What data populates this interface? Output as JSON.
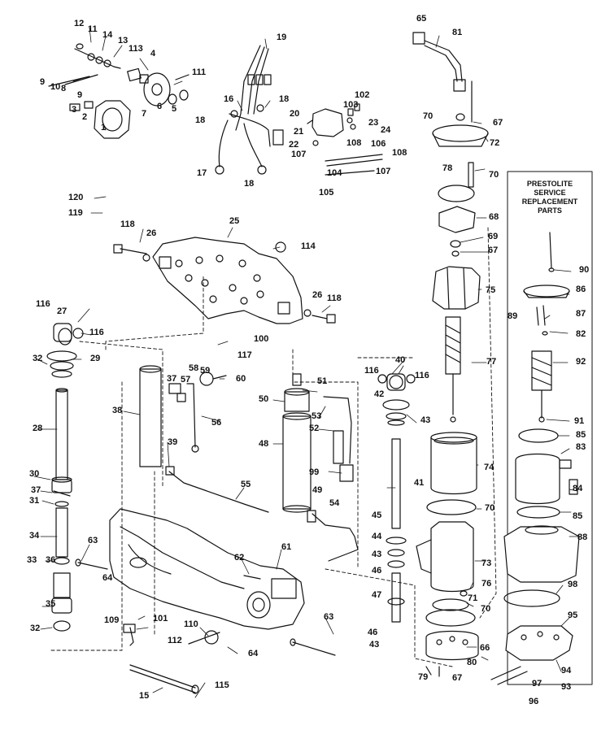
{
  "inset_box": {
    "lines": [
      "PRESTOLITE",
      "SERVICE",
      "REPLACEMENT",
      "PARTS"
    ]
  },
  "callouts": [
    {
      "id": "c1",
      "text": "1"
    },
    {
      "id": "c2",
      "text": "2"
    },
    {
      "id": "c3",
      "text": "3"
    },
    {
      "id": "c4",
      "text": "4"
    },
    {
      "id": "c5",
      "text": "5"
    },
    {
      "id": "c6",
      "text": "6"
    },
    {
      "id": "c7",
      "text": "7"
    },
    {
      "id": "c8",
      "text": "8"
    },
    {
      "id": "c9a",
      "text": "9"
    },
    {
      "id": "c9b",
      "text": "9"
    },
    {
      "id": "c10",
      "text": "10"
    },
    {
      "id": "c11",
      "text": "11"
    },
    {
      "id": "c12",
      "text": "12"
    },
    {
      "id": "c13",
      "text": "13"
    },
    {
      "id": "c14",
      "text": "14"
    },
    {
      "id": "c15",
      "text": "15"
    },
    {
      "id": "c16",
      "text": "16"
    },
    {
      "id": "c17",
      "text": "17"
    },
    {
      "id": "c18a",
      "text": "18"
    },
    {
      "id": "c18b",
      "text": "18"
    },
    {
      "id": "c18c",
      "text": "18"
    },
    {
      "id": "c19",
      "text": "19"
    },
    {
      "id": "c20",
      "text": "20"
    },
    {
      "id": "c21",
      "text": "21"
    },
    {
      "id": "c22",
      "text": "22"
    },
    {
      "id": "c23",
      "text": "23"
    },
    {
      "id": "c24",
      "text": "24"
    },
    {
      "id": "c25",
      "text": "25"
    },
    {
      "id": "c26a",
      "text": "26"
    },
    {
      "id": "c26b",
      "text": "26"
    },
    {
      "id": "c27",
      "text": "27"
    },
    {
      "id": "c28",
      "text": "28"
    },
    {
      "id": "c29",
      "text": "29"
    },
    {
      "id": "c30",
      "text": "30"
    },
    {
      "id": "c31",
      "text": "31"
    },
    {
      "id": "c32a",
      "text": "32"
    },
    {
      "id": "c32b",
      "text": "32"
    },
    {
      "id": "c33",
      "text": "33"
    },
    {
      "id": "c34",
      "text": "34"
    },
    {
      "id": "c35",
      "text": "35"
    },
    {
      "id": "c36",
      "text": "36"
    },
    {
      "id": "c37a",
      "text": "37"
    },
    {
      "id": "c37b",
      "text": "37"
    },
    {
      "id": "c38",
      "text": "38"
    },
    {
      "id": "c39",
      "text": "39"
    },
    {
      "id": "c40",
      "text": "40"
    },
    {
      "id": "c41",
      "text": "41"
    },
    {
      "id": "c42",
      "text": "42"
    },
    {
      "id": "c43a",
      "text": "43"
    },
    {
      "id": "c43b",
      "text": "43"
    },
    {
      "id": "c43c",
      "text": "43"
    },
    {
      "id": "c44",
      "text": "44"
    },
    {
      "id": "c45",
      "text": "45"
    },
    {
      "id": "c46a",
      "text": "46"
    },
    {
      "id": "c46b",
      "text": "46"
    },
    {
      "id": "c47",
      "text": "47"
    },
    {
      "id": "c48",
      "text": "48"
    },
    {
      "id": "c49",
      "text": "49"
    },
    {
      "id": "c50",
      "text": "50"
    },
    {
      "id": "c51",
      "text": "51"
    },
    {
      "id": "c52",
      "text": "52"
    },
    {
      "id": "c53",
      "text": "53"
    },
    {
      "id": "c54",
      "text": "54"
    },
    {
      "id": "c55",
      "text": "55"
    },
    {
      "id": "c56",
      "text": "56"
    },
    {
      "id": "c57",
      "text": "57"
    },
    {
      "id": "c58",
      "text": "58"
    },
    {
      "id": "c59",
      "text": "59"
    },
    {
      "id": "c60",
      "text": "60"
    },
    {
      "id": "c61",
      "text": "61"
    },
    {
      "id": "c62",
      "text": "62"
    },
    {
      "id": "c63a",
      "text": "63"
    },
    {
      "id": "c63b",
      "text": "63"
    },
    {
      "id": "c64a",
      "text": "64"
    },
    {
      "id": "c64b",
      "text": "64"
    },
    {
      "id": "c65",
      "text": "65"
    },
    {
      "id": "c66",
      "text": "66"
    },
    {
      "id": "c67a",
      "text": "67"
    },
    {
      "id": "c67b",
      "text": "67"
    },
    {
      "id": "c67c",
      "text": "67"
    },
    {
      "id": "c68",
      "text": "68"
    },
    {
      "id": "c69",
      "text": "69"
    },
    {
      "id": "c70a",
      "text": "70"
    },
    {
      "id": "c70b",
      "text": "70"
    },
    {
      "id": "c70c",
      "text": "70"
    },
    {
      "id": "c70d",
      "text": "70"
    },
    {
      "id": "c71",
      "text": "71"
    },
    {
      "id": "c72",
      "text": "72"
    },
    {
      "id": "c73",
      "text": "73"
    },
    {
      "id": "c74",
      "text": "74"
    },
    {
      "id": "c75",
      "text": "75"
    },
    {
      "id": "c76",
      "text": "76"
    },
    {
      "id": "c77",
      "text": "77"
    },
    {
      "id": "c78",
      "text": "78"
    },
    {
      "id": "c79",
      "text": "79"
    },
    {
      "id": "c80",
      "text": "80"
    },
    {
      "id": "c81",
      "text": "81"
    },
    {
      "id": "c82",
      "text": "82"
    },
    {
      "id": "c83",
      "text": "83"
    },
    {
      "id": "c84",
      "text": "84"
    },
    {
      "id": "c85a",
      "text": "85"
    },
    {
      "id": "c85b",
      "text": "85"
    },
    {
      "id": "c86",
      "text": "86"
    },
    {
      "id": "c87",
      "text": "87"
    },
    {
      "id": "c88",
      "text": "88"
    },
    {
      "id": "c89",
      "text": "89"
    },
    {
      "id": "c90",
      "text": "90"
    },
    {
      "id": "c91",
      "text": "91"
    },
    {
      "id": "c92",
      "text": "92"
    },
    {
      "id": "c93",
      "text": "93"
    },
    {
      "id": "c94",
      "text": "94"
    },
    {
      "id": "c95",
      "text": "95"
    },
    {
      "id": "c96",
      "text": "96"
    },
    {
      "id": "c97",
      "text": "97"
    },
    {
      "id": "c98",
      "text": "98"
    },
    {
      "id": "c99",
      "text": "99"
    },
    {
      "id": "c100",
      "text": "100"
    },
    {
      "id": "c101",
      "text": "101"
    },
    {
      "id": "c102",
      "text": "102"
    },
    {
      "id": "c103",
      "text": "103"
    },
    {
      "id": "c104",
      "text": "104"
    },
    {
      "id": "c105",
      "text": "105"
    },
    {
      "id": "c106",
      "text": "106"
    },
    {
      "id": "c107a",
      "text": "107"
    },
    {
      "id": "c107b",
      "text": "107"
    },
    {
      "id": "c108a",
      "text": "108"
    },
    {
      "id": "c108b",
      "text": "108"
    },
    {
      "id": "c109",
      "text": "109"
    },
    {
      "id": "c110",
      "text": "110"
    },
    {
      "id": "c111",
      "text": "111"
    },
    {
      "id": "c112",
      "text": "112"
    },
    {
      "id": "c113",
      "text": "113"
    },
    {
      "id": "c114",
      "text": "114"
    },
    {
      "id": "c115",
      "text": "115"
    },
    {
      "id": "c116a",
      "text": "116"
    },
    {
      "id": "c116b",
      "text": "116"
    },
    {
      "id": "c116c",
      "text": "116"
    },
    {
      "id": "c116d",
      "text": "116"
    },
    {
      "id": "c117",
      "text": "117"
    },
    {
      "id": "c118a",
      "text": "118"
    },
    {
      "id": "c118b",
      "text": "118"
    },
    {
      "id": "c119",
      "text": "119"
    },
    {
      "id": "c120",
      "text": "120"
    }
  ]
}
